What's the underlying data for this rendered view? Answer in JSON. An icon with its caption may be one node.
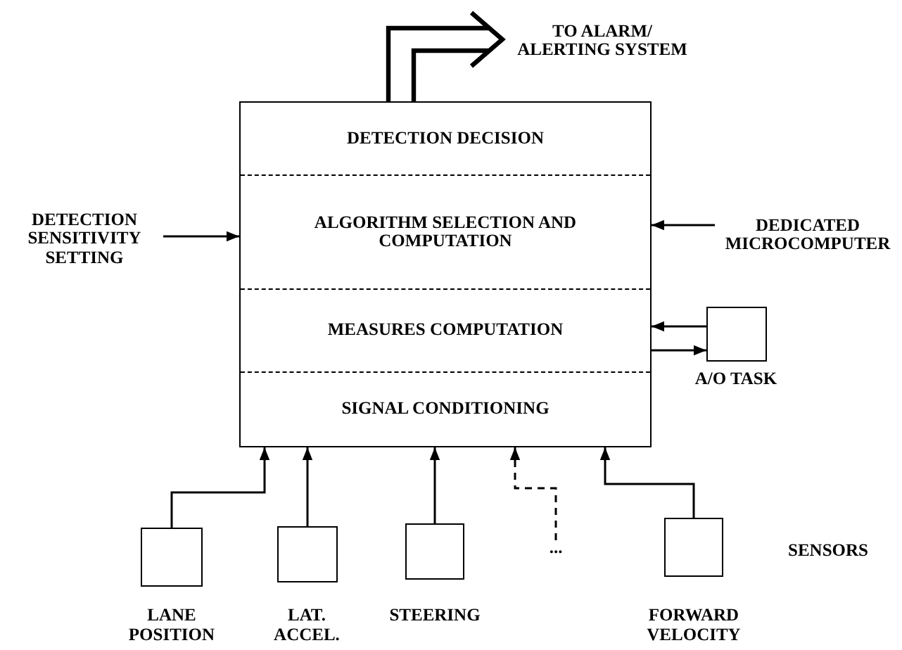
{
  "diagram": {
    "nodes": [
      {
        "text": [],
        "shape": "box"
      },
      {
        "text": [
          "DETECTION DECISION"
        ],
        "in": 0
      },
      {
        "text": [
          "ALGORITHM SELECTION AND COMPUTATION"
        ],
        "in": 0
      },
      {
        "text": [
          "MEASURES COMPUTATION"
        ],
        "in": 0
      },
      {
        "text": [
          "SIGNAL CONDITIONING"
        ],
        "in": 0
      },
      {
        "text": [
          "TO ALARM/ ALERTING SYSTEM"
        ]
      },
      {
        "text": [
          "DETECTION SENSITIVITY SETTING"
        ]
      },
      {
        "text": [
          "DEDICATED MICROCOMPUTER"
        ]
      },
      {
        "text": [],
        "shape": "box",
        "beside": [
          "A/O TASK"
        ]
      },
      {
        "text": [],
        "shape": "box",
        "beside": [
          "LANE POSITION"
        ]
      },
      {
        "text": [],
        "shape": "box",
        "beside": [
          "LAT. ACCEL."
        ]
      },
      {
        "text": [],
        "shape": "box",
        "beside": [
          "STEERING"
        ]
      },
      {
        "text": [
          "..."
        ]
      },
      {
        "text": [],
        "shape": "box",
        "beside": [
          "FORWARD VELOCITY"
        ]
      }
    ],
    "edges": [
      {
        "from": 0,
        "to": 5,
        "arrow": "to",
        "style": "thick"
      },
      {
        "from": 6,
        "to": 0,
        "arrow": "to"
      },
      {
        "from": 7,
        "to": 0,
        "arrow": "to"
      },
      {
        "from": 8,
        "to": 0,
        "arrow": "to"
      },
      {
        "from": 0,
        "to": 8,
        "arrow": "to"
      },
      {
        "from": 9,
        "to": 0,
        "arrow": "to"
      },
      {
        "from": 10,
        "to": 0,
        "arrow": "to"
      },
      {
        "from": 11,
        "to": 0,
        "arrow": "to"
      },
      {
        "from": 12,
        "to": 0,
        "arrow": "to",
        "style": "dashed"
      },
      {
        "from": 13,
        "to": 0,
        "arrow": "to"
      }
    ],
    "labels": [
      "SENSORS"
    ]
  }
}
